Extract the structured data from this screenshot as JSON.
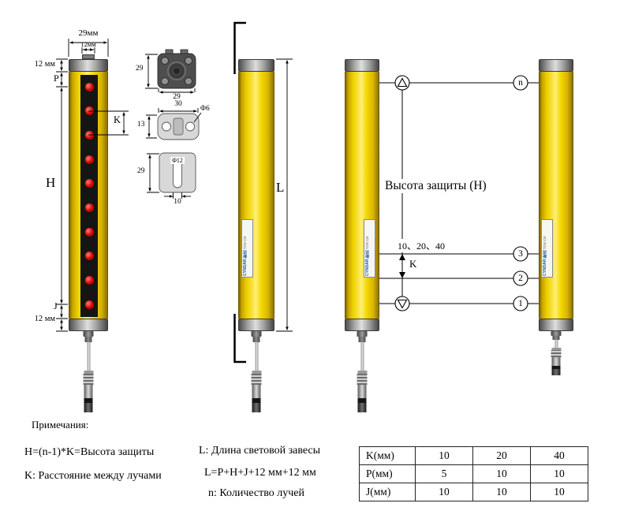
{
  "colors": {
    "body_yellow": "#f2d600",
    "cap_gray": "#9b9b9b",
    "stripe_black": "#151515",
    "led_red": "#d40000",
    "sticker_brand_blue": "#1552a5"
  },
  "front_view": {
    "beam_count": 10,
    "dim_width": "29мм",
    "dim_notch": "12мм",
    "dim_top_cap": "12 мм",
    "label_p": "P",
    "label_k": "K",
    "label_h": "H",
    "label_j": "J",
    "dim_bottom_cap": "12 мм"
  },
  "mounting": {
    "top_view": {
      "dim_height": "29",
      "dim_width": "29"
    },
    "flat_bracket": {
      "dim_width": "30",
      "dim_hole": "Φ6",
      "dim_height": "13"
    },
    "slot_bracket": {
      "dim_height": "29",
      "dim_slot": "Φ12",
      "dim_slot_width": "10"
    }
  },
  "side_view": {
    "label_l": "L"
  },
  "pair_view": {
    "title": "Высота защиты (H)",
    "beam_spacing_values": "10、20、40",
    "label_k": "K",
    "beam_labels": [
      "n",
      "3",
      "2",
      "1"
    ]
  },
  "sticker": {
    "brand": "CYNDAR 新达",
    "text": "TÜV CE"
  },
  "notes": {
    "heading": "Примечания:",
    "h_formula": "H=(n-1)*K=Высота защиты",
    "k_note": "K: Расстояние между лучами",
    "l_note": "L: Длина световой завесы",
    "l_formula": "L=P+H+J+12 мм+12 мм",
    "n_note": "n: Количество лучей"
  },
  "table": {
    "rows": [
      {
        "label": "K(мм)",
        "values": [
          "10",
          "20",
          "40"
        ]
      },
      {
        "label": "P(мм)",
        "values": [
          "5",
          "10",
          "10"
        ]
      },
      {
        "label": "J(мм)",
        "values": [
          "10",
          "10",
          "10"
        ]
      }
    ]
  }
}
